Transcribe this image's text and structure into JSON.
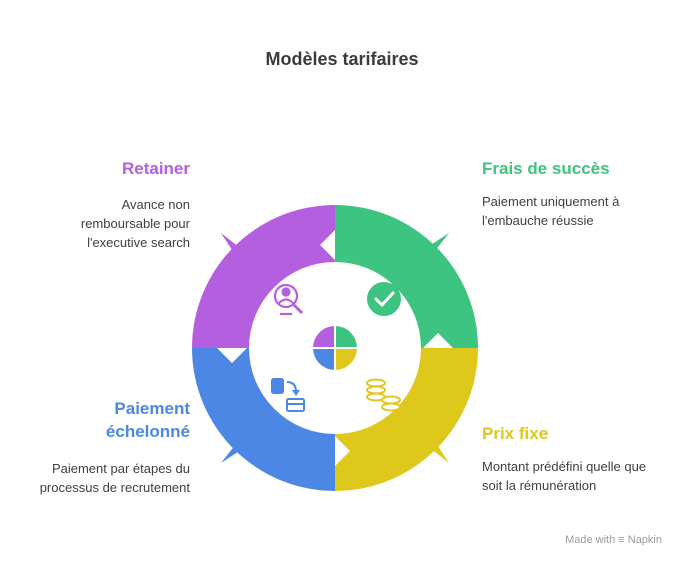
{
  "title": "Modèles tarifaires",
  "segments": [
    {
      "key": "retainer",
      "label": "Retainer",
      "desc": "Avance non remboursable pour l'executive search",
      "color": "#b45ee0",
      "icon": "search-person-icon"
    },
    {
      "key": "success",
      "label": "Frais de succès",
      "desc": "Paiement uniquement à l'embauche réussie",
      "color": "#3dc480",
      "icon": "checkmark-icon"
    },
    {
      "key": "fixed",
      "label": "Prix fixe",
      "desc": "Montant prédéfini quelle que soit la rémunération",
      "color": "#dfc81c",
      "icon": "coins-icon"
    },
    {
      "key": "installment",
      "label": "Paiement échelonné",
      "desc": "Paiement par étapes du processus de recrutement",
      "color": "#4d87e6",
      "icon": "card-transfer-icon"
    }
  ],
  "footer": {
    "made_with": "Made with",
    "brand": "Napkin"
  }
}
